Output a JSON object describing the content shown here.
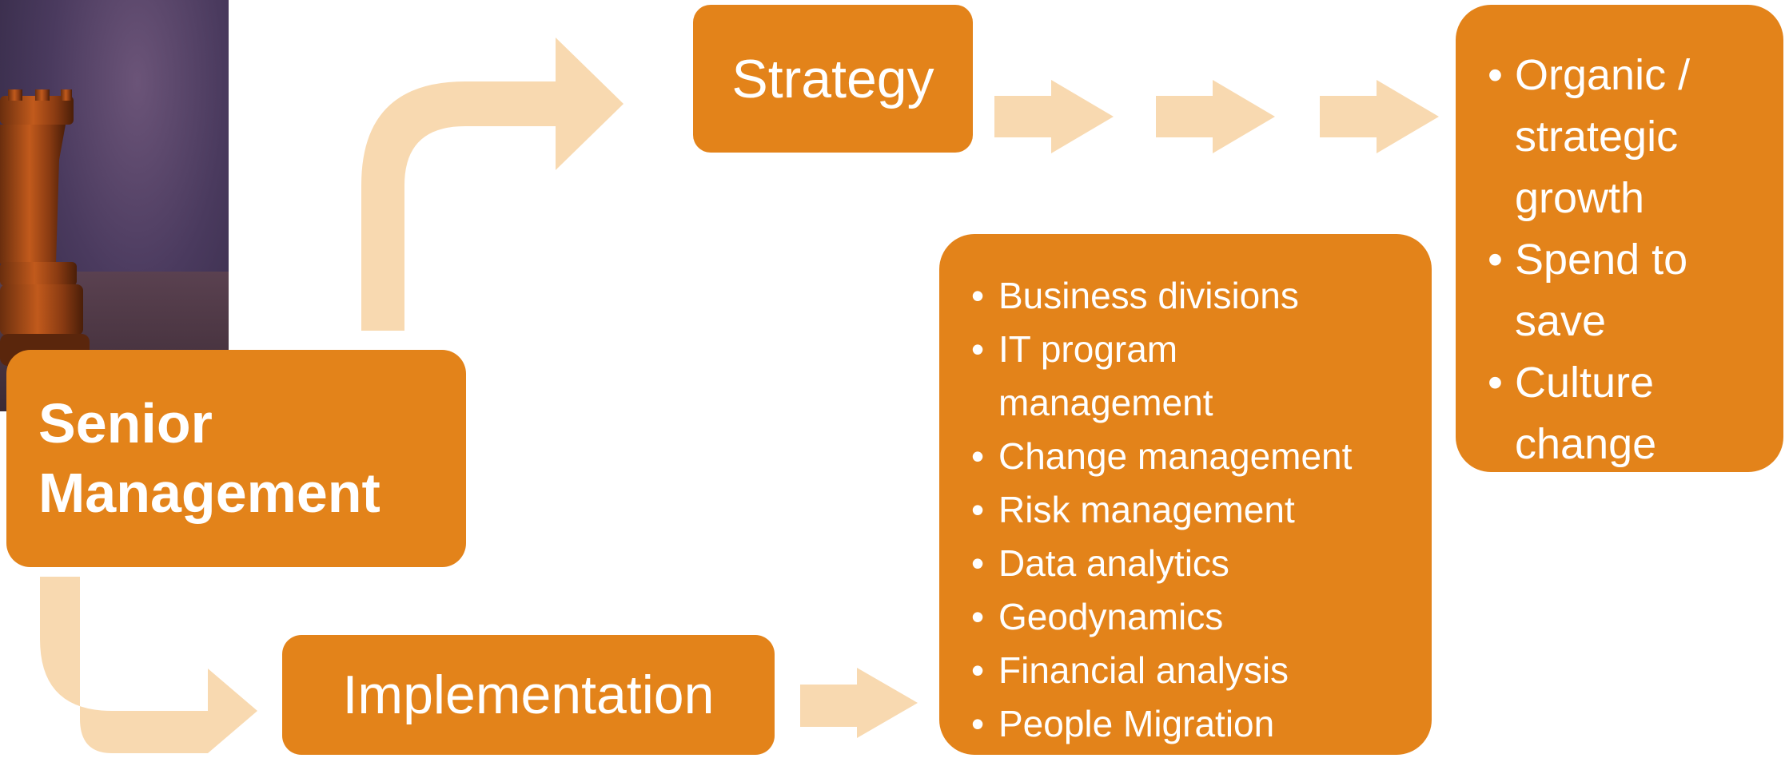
{
  "colors": {
    "box_fill": "#e3831a",
    "arrow_fill": "#f8d9b0",
    "text": "#ffffff"
  },
  "nodes": {
    "senior": {
      "line1": "Senior",
      "line2": "Management"
    },
    "strategy": "Strategy",
    "implementation": "Implementation",
    "functions": [
      "Business divisions",
      "IT program management",
      "Change management",
      "Risk management",
      "Data analytics",
      "Geodynamics",
      "Financial analysis",
      "People Migration"
    ],
    "outcomes": [
      "Organic / strategic growth",
      "Spend to save",
      "Culture change"
    ]
  },
  "image": {
    "subject": "chess-rook-photo"
  }
}
